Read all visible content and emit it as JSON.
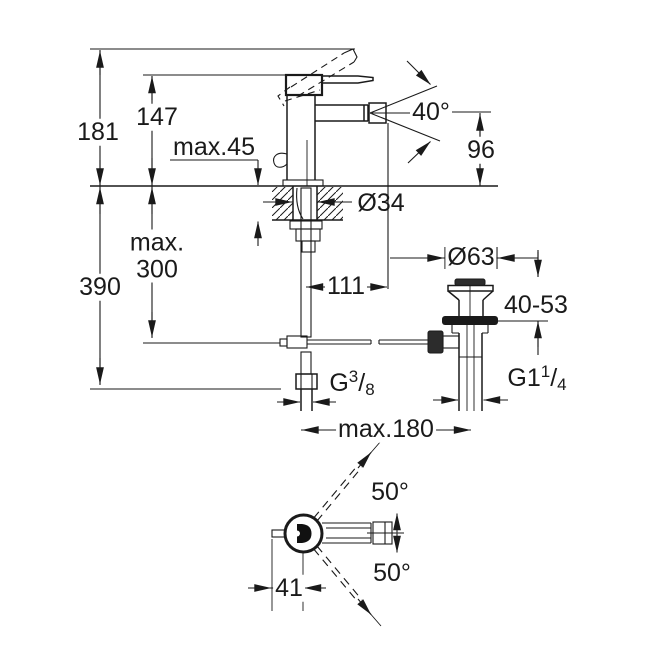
{
  "dims": {
    "overall_height": "181",
    "spout_pivot_height": "147",
    "max_deck_thickness": "max.45",
    "spray_angle": "40°",
    "outlet_height": "96",
    "hole_diameter": "Ø34",
    "hose_depth_line1": "max.",
    "hose_depth_line2": "300",
    "total_depth": "390",
    "spout_reach": "111",
    "waste_flange_diameter": "Ø63",
    "waste_deck_range": "40-53",
    "max_rod_reach": "max.180",
    "swivel_angle_top": "50°",
    "swivel_angle_bottom": "50°",
    "rod_offset": "41",
    "supply_thread": {
      "prefix": "G",
      "numerator": "3",
      "slash": "/",
      "denominator": "8"
    },
    "waste_thread": {
      "prefix": "G1",
      "numerator": "1",
      "slash": "/",
      "denominator": "4"
    }
  },
  "line_color": "#1a1a1a"
}
